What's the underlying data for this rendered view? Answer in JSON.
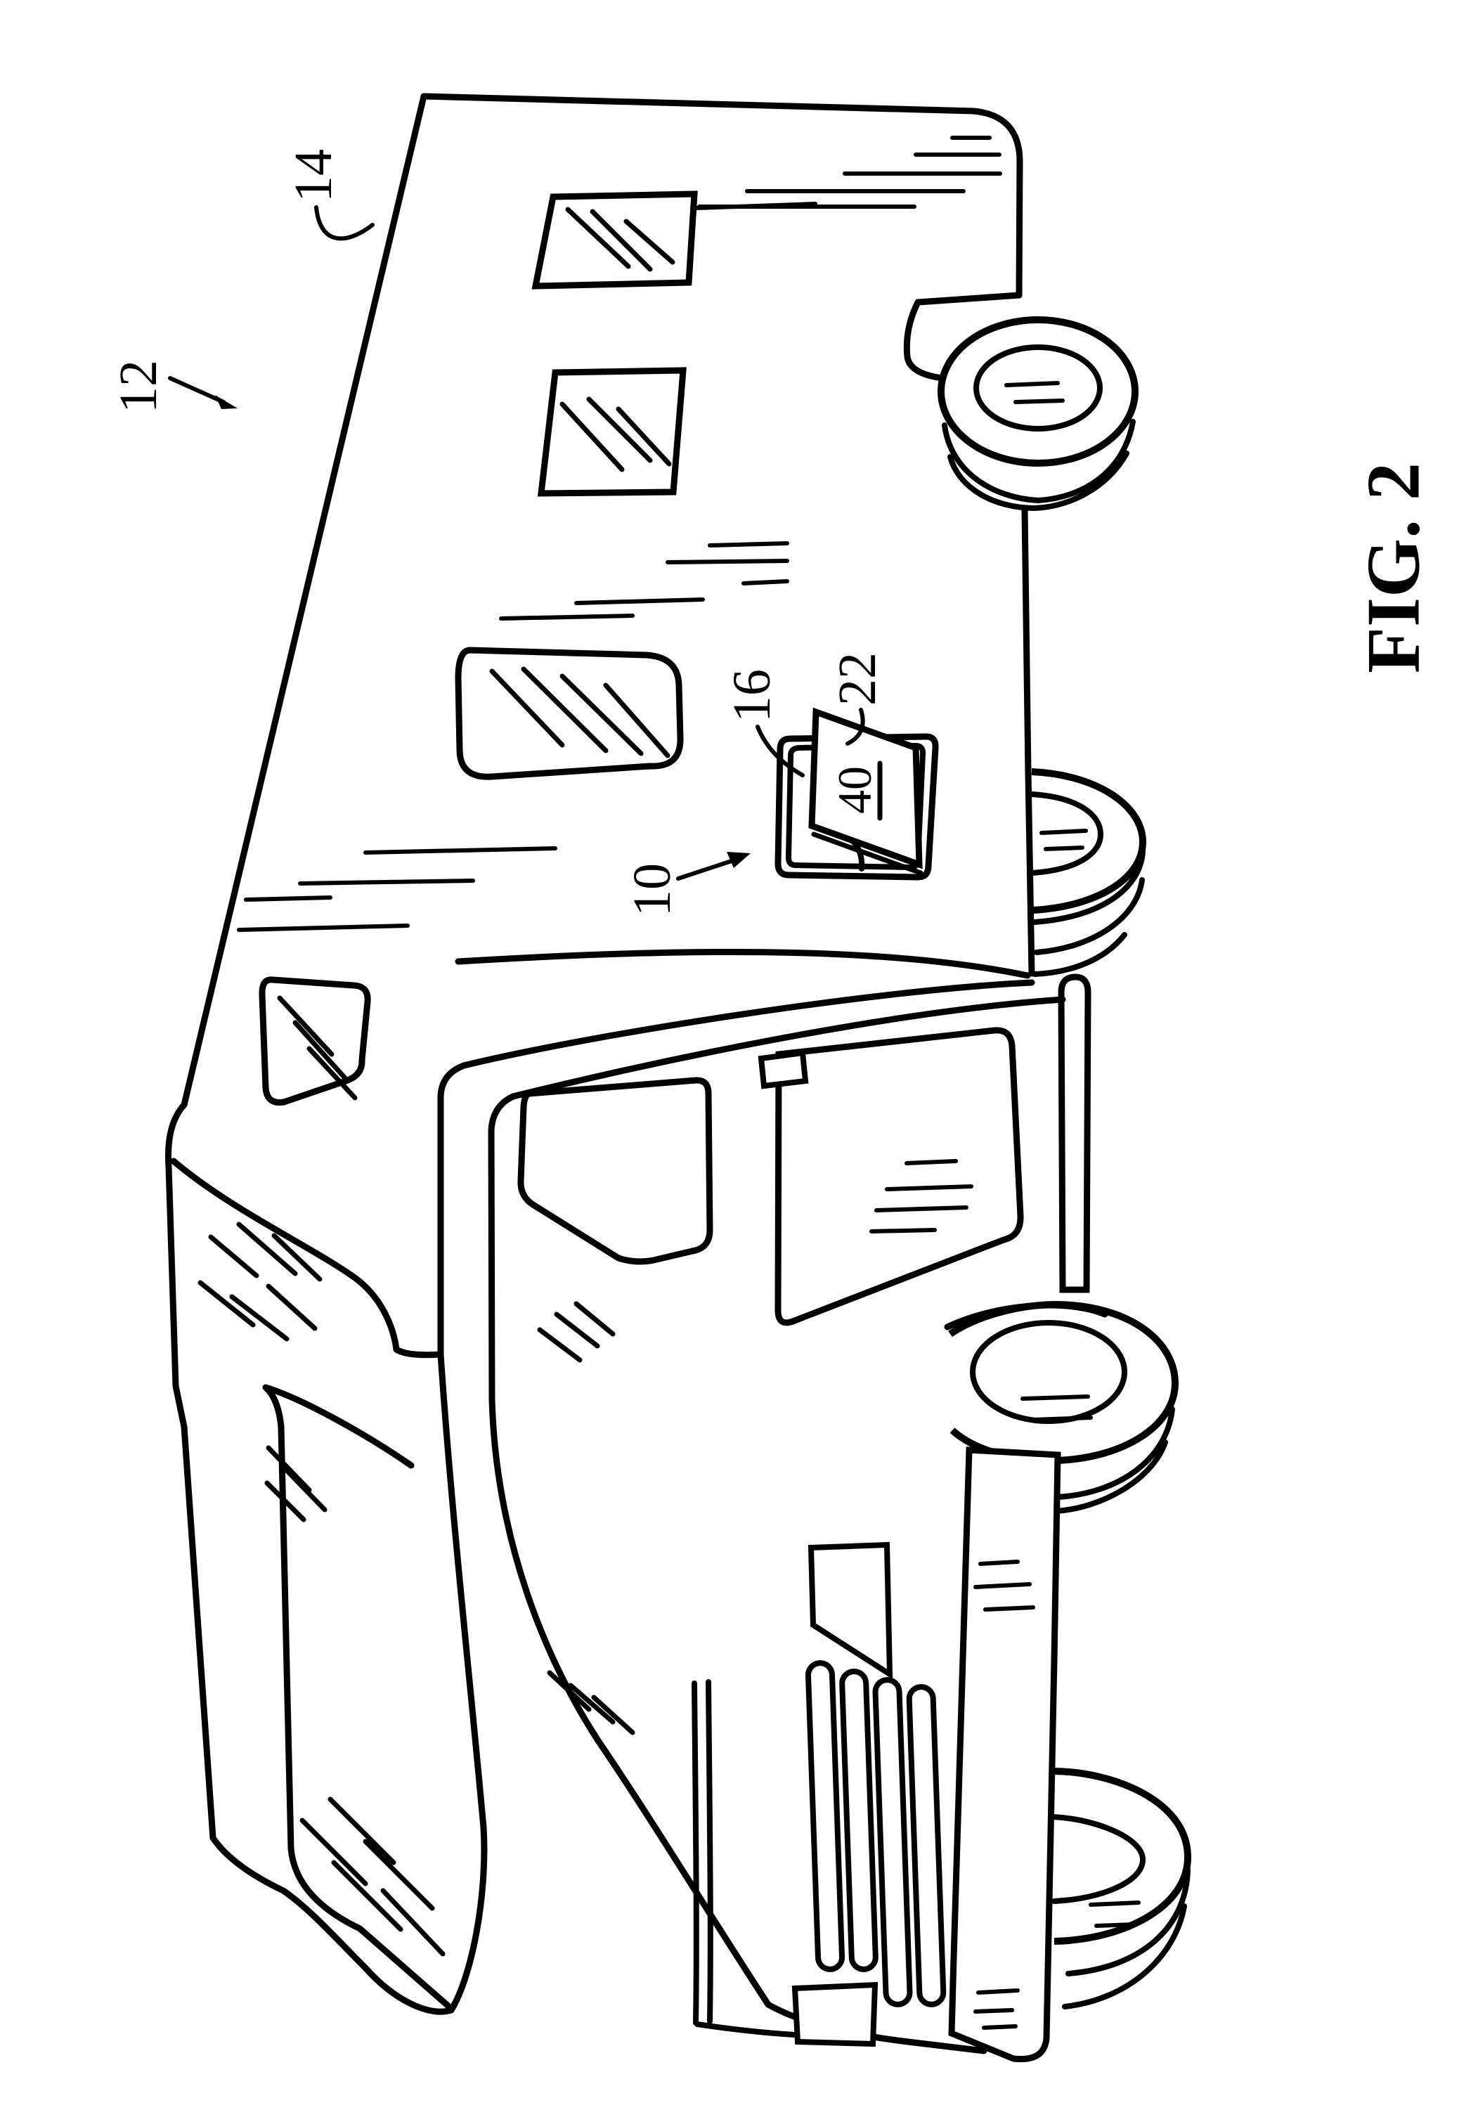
{
  "figure": {
    "caption": "FIG. 2",
    "ref_labels": {
      "l10": "10",
      "l12": "12",
      "l14": "14",
      "l16": "16",
      "l22": "22",
      "l40": "40"
    }
  },
  "colors": {
    "ink": "#000000",
    "paper": "#ffffff"
  }
}
